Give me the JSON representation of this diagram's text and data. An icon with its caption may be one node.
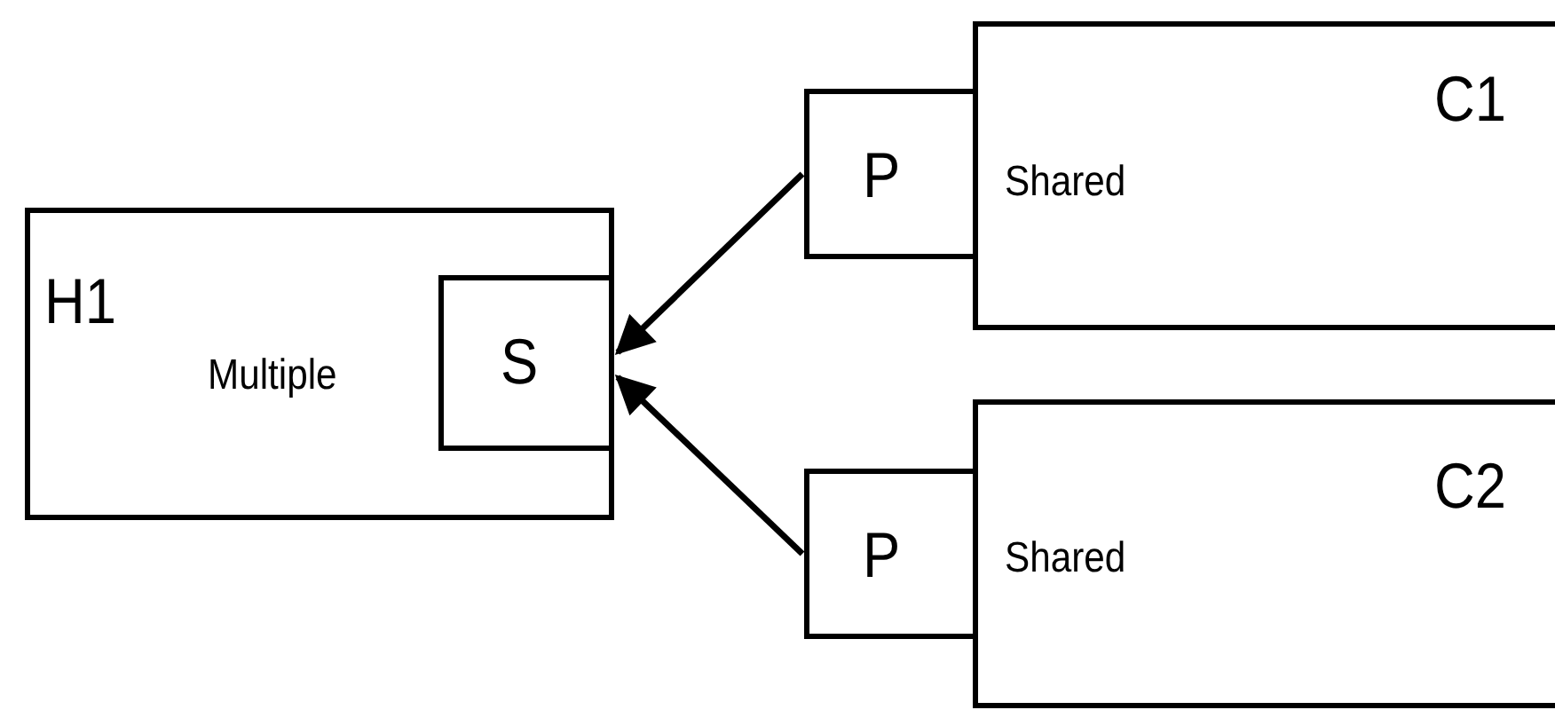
{
  "diagram": {
    "nodes": [
      {
        "text": [
          "H1",
          "Multiple"
        ]
      },
      {
        "text": [
          "S"
        ],
        "in": 0
      },
      {
        "text": [
          "P"
        ]
      },
      {
        "text": [
          "C1",
          "Shared"
        ]
      },
      {
        "text": [
          "P"
        ]
      },
      {
        "text": [
          "C2",
          "Shared"
        ]
      }
    ],
    "edges": [
      {
        "from": 2,
        "to": 1,
        "arrow": "to"
      },
      {
        "from": 4,
        "to": 1,
        "arrow": "to"
      }
    ]
  }
}
